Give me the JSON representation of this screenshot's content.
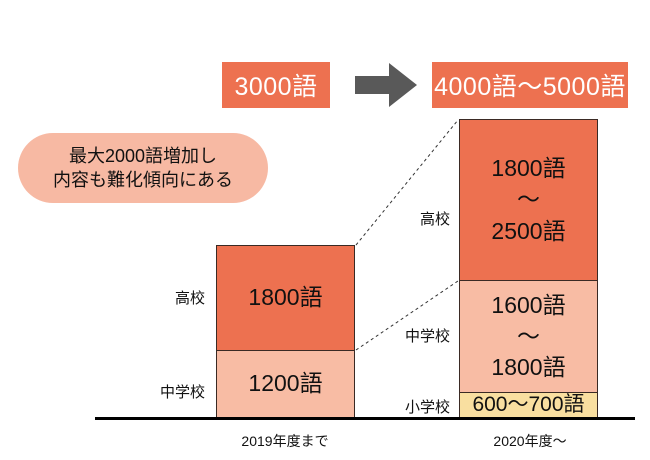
{
  "header": {
    "before_tag": "3000語",
    "after_tag": "4000語〜5000語",
    "arrow_icon": "arrow-right-icon"
  },
  "callout": {
    "icon": "callout-bubble",
    "line1": "最大2000語増加し",
    "line2": "内容も難化傾向にある"
  },
  "colors": {
    "high_school": "#ED7150",
    "junior_high": "#F8BCA4",
    "elementary": "#F9DFA0",
    "callout_bg": "#F7B9A3",
    "arrow": "#595959",
    "axis": "#000000"
  },
  "chart_data": {
    "type": "bar",
    "title": "",
    "xlabel": "",
    "ylabel": "",
    "stacked": true,
    "grid": false,
    "legend_position": "inline-left-labels",
    "categories": [
      "2019年度まで",
      "2020年度〜"
    ],
    "series": [
      {
        "name": "高校",
        "label_left": "高校",
        "values": [
          1800,
          2150
        ],
        "value_labels": [
          "1800語",
          "1800語\n〜\n2500語"
        ],
        "range": [
          [
            1800,
            1800
          ],
          [
            1800,
            2500
          ]
        ],
        "color": "#ED7150"
      },
      {
        "name": "中学校",
        "label_left": "中学校",
        "values": [
          1200,
          1700
        ],
        "value_labels": [
          "1200語",
          "1600語\n〜\n1800語"
        ],
        "range": [
          [
            1200,
            1200
          ],
          [
            1600,
            1800
          ]
        ],
        "color": "#F8BCA4"
      },
      {
        "name": "小学校",
        "label_left": "小学校",
        "values": [
          0,
          650
        ],
        "value_labels": [
          "",
          "600〜700語"
        ],
        "range": [
          [
            0,
            0
          ],
          [
            600,
            700
          ]
        ],
        "color": "#F9DFA0"
      }
    ],
    "totals": [
      "3000語",
      "4000語〜5000語"
    ],
    "annotation": "最大2000語増加し内容も難化傾向にある"
  },
  "bars": {
    "left": {
      "axis_label": "2019年度まで",
      "segments": [
        {
          "label": "高校",
          "value_text": "1800語"
        },
        {
          "label": "中学校",
          "value_text": "1200語"
        }
      ]
    },
    "right": {
      "axis_label": "2020年度〜",
      "segments": [
        {
          "label": "高校",
          "v1": "1800語",
          "tilde": "〜",
          "v2": "2500語"
        },
        {
          "label": "中学校",
          "v1": "1600語",
          "tilde": "〜",
          "v2": "1800語"
        },
        {
          "label": "小学校",
          "value_text": "600〜700語"
        }
      ]
    }
  }
}
